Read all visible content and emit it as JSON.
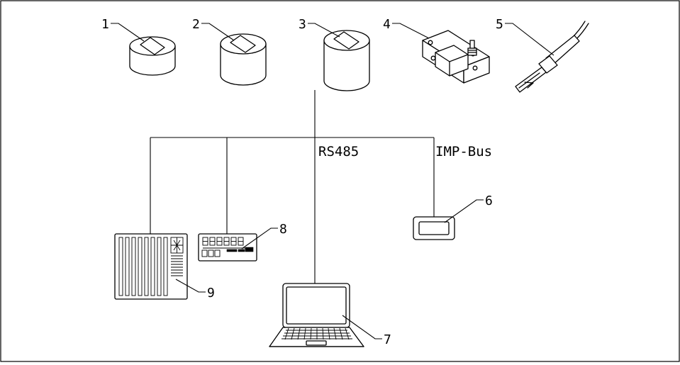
{
  "diagram": {
    "callouts": [
      "1",
      "2",
      "3",
      "4",
      "5",
      "6",
      "7",
      "8",
      "9"
    ],
    "buses": {
      "rs485": "RS485",
      "imp_bus": "IMP-Bus"
    }
  }
}
